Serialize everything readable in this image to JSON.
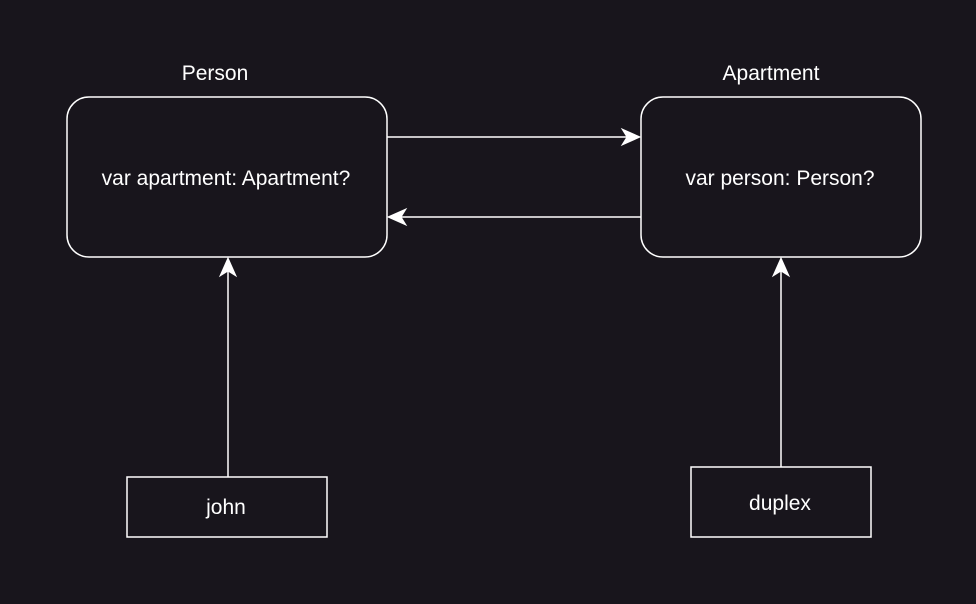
{
  "diagram": {
    "colors": {
      "background": "#18151c",
      "stroke": "#ffffff",
      "text": "#ffffff"
    },
    "classes": {
      "person": {
        "title": "Person",
        "property": "var apartment: Apartment?"
      },
      "apartment": {
        "title": "Apartment",
        "property": "var person: Person?"
      }
    },
    "instances": {
      "john": {
        "label": "john"
      },
      "duplex": {
        "label": "duplex"
      }
    },
    "edges": [
      {
        "from": "person",
        "to": "apartment"
      },
      {
        "from": "apartment",
        "to": "person"
      },
      {
        "from": "john",
        "to": "person"
      },
      {
        "from": "duplex",
        "to": "apartment"
      }
    ]
  }
}
